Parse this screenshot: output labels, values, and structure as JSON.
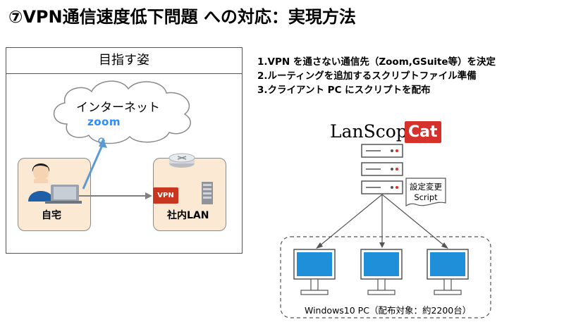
{
  "title": "⑦VPN通信速度低下問題 への対応：実現方法",
  "goal": {
    "header": "目指す姿",
    "cloud_label": "インターネット",
    "zoom_logo": "zoom",
    "home_label": "自宅",
    "office_label": "社内LAN",
    "vpn_badge": "VPN"
  },
  "steps": [
    "1.VPN を通さない通信先（Zoom,GSuite等）を決定",
    "2.ルーティングを追加するスクリプトファイル準備",
    "3.クライアント PC にスクリプトを配布"
  ],
  "deploy": {
    "brand_name": "LanScope",
    "brand_suffix": "Cat",
    "script_label_line1": "設定変更",
    "script_label_line2": "Script",
    "pc_caption": "Windows10 PC（配布対象：約2200台）"
  },
  "colors": {
    "zone_fill": "#fce9d4",
    "link_blue": "#5b9bd5",
    "vpn_red": "#c9361f",
    "brand_red": "#d7312c",
    "zoom_blue": "#2d8cff",
    "monitor_blue": "#1e8fd8"
  }
}
